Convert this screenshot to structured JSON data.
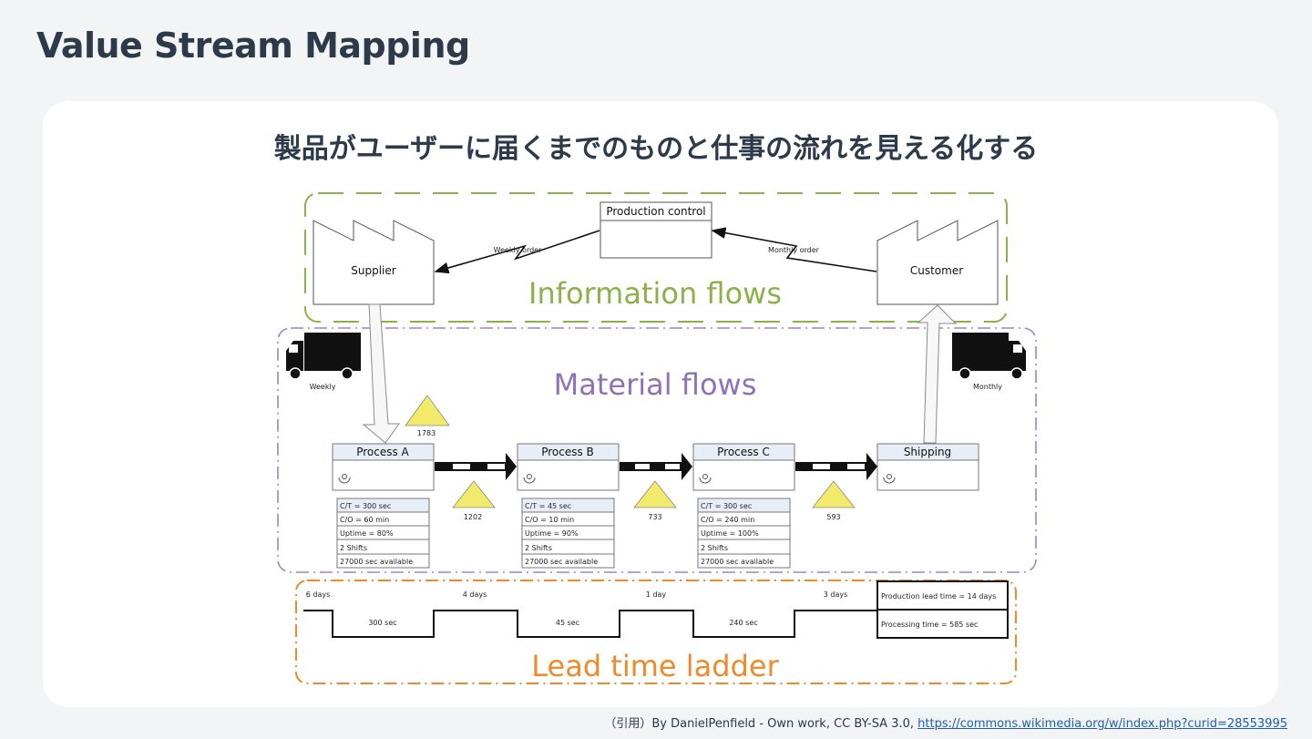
{
  "page": {
    "title": "Value Stream Mapping",
    "subtitle": "製品がユーザーに届くまでのものと仕事の流れを見える化する"
  },
  "diagram": {
    "production_control": "Production control",
    "supplier": "Supplier",
    "customer": "Customer",
    "weekly_order": "Weekly order",
    "monthly_order": "Monthly order",
    "information_flows": "Information flows",
    "material_flows": "Material flows",
    "lead_time_ladder": "Lead time ladder",
    "truck_weekly": "Weekly",
    "truck_monthly": "Monthly",
    "inventory_supplier": "1783",
    "processes": [
      {
        "name": "Process A",
        "ct": "C/T = 300 sec",
        "co": "C/O = 60 min",
        "uptime": "Uptime = 80%",
        "shifts": "2 Shifts",
        "available": "27000 sec available"
      },
      {
        "name": "Process B",
        "ct": "C/T = 45 sec",
        "co": "C/O = 10 min",
        "uptime": "Uptime = 90%",
        "shifts": "2 Shifts",
        "available": "27000 sec available"
      },
      {
        "name": "Process C",
        "ct": "C/T = 300 sec",
        "co": "C/O = 240 min",
        "uptime": "Uptime = 100%",
        "shifts": "2 Shifts",
        "available": "27000 sec available"
      }
    ],
    "shipping": "Shipping",
    "inventories": [
      "1202",
      "733",
      "593"
    ],
    "ladder": {
      "days": [
        "6 days",
        "4 days",
        "1 day",
        "3 days"
      ],
      "secs": [
        "300 sec",
        "45 sec",
        "240 sec"
      ],
      "production_lead_time": "Production lead time = 14 days",
      "processing_time": "Processing time = 585 sec"
    },
    "colors": {
      "info_border": "#8db14a",
      "material_border": "#9a86c0",
      "ladder_border": "#ef8a2c",
      "info_text": "#8db14a",
      "material_text": "#8f72b5",
      "ladder_text": "#ef8a2c",
      "inventory_fill": "#f2ea6a"
    }
  },
  "citation": {
    "text": "（引用）By DanielPenfield - Own work, CC BY-SA 3.0, ",
    "link": "https://commons.wikimedia.org/w/index.php?curid=28553995"
  }
}
